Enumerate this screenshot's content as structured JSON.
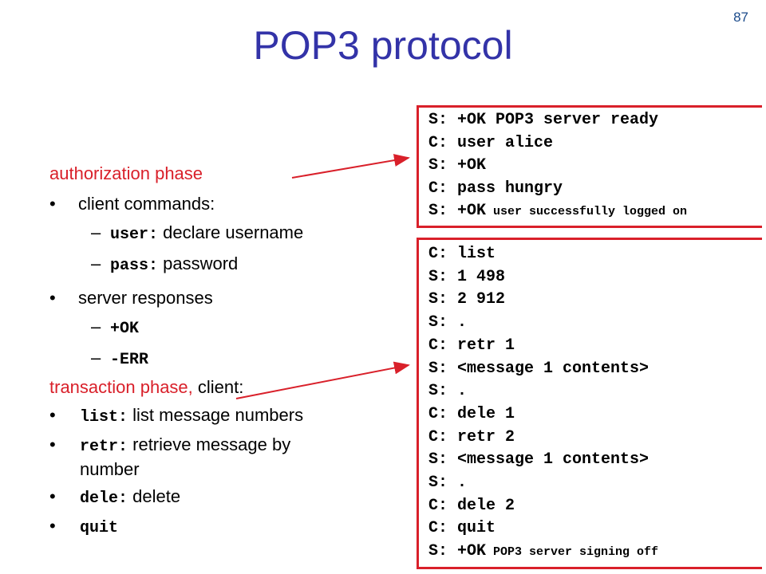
{
  "slide_number": "87",
  "title": "POP3 protocol",
  "left": {
    "auth_heading": "authorization phase",
    "client_commands": "client commands:",
    "user_cmd": "user:",
    "user_desc": " declare username",
    "pass_cmd": "pass:",
    "pass_desc": " password",
    "server_responses": "server responses",
    "ok": "+OK",
    "err": "-ERR",
    "trans_heading_red": "transaction phase,",
    "trans_heading_black": " client:",
    "list_cmd": "list:",
    "list_desc": " list message numbers",
    "retr_cmd": "retr:",
    "retr_desc": " retrieve message by number",
    "dele_cmd": "dele:",
    "dele_desc": " delete",
    "quit_cmd": "quit"
  },
  "auth_dialog": [
    {
      "prefix": "S: +OK POP3 server ready",
      "small": ""
    },
    {
      "prefix": "C: user alice",
      "small": ""
    },
    {
      "prefix": "S: +OK",
      "small": ""
    },
    {
      "prefix": "C: pass hungry",
      "small": ""
    },
    {
      "prefix": "S: +OK",
      "small": " user successfully logged on"
    }
  ],
  "trans_dialog": [
    {
      "prefix": "C: list",
      "small": ""
    },
    {
      "prefix": "S: 1 498",
      "small": ""
    },
    {
      "prefix": "S: 2 912",
      "small": ""
    },
    {
      "prefix": "S: .",
      "small": ""
    },
    {
      "prefix": "C: retr 1",
      "small": ""
    },
    {
      "prefix": "S: <message 1 contents>",
      "small": ""
    },
    {
      "prefix": "S: .",
      "small": ""
    },
    {
      "prefix": "C: dele 1",
      "small": ""
    },
    {
      "prefix": "C: retr 2",
      "small": ""
    },
    {
      "prefix": "S: <message 1 contents>",
      "small": ""
    },
    {
      "prefix": "S: .",
      "small": ""
    },
    {
      "prefix": "C: dele 2",
      "small": ""
    },
    {
      "prefix": "C: quit",
      "small": ""
    },
    {
      "prefix": "S: +OK",
      "small": " POP3 server signing off"
    }
  ],
  "colors": {
    "title": "#3333a8",
    "accent": "#d9202a"
  }
}
